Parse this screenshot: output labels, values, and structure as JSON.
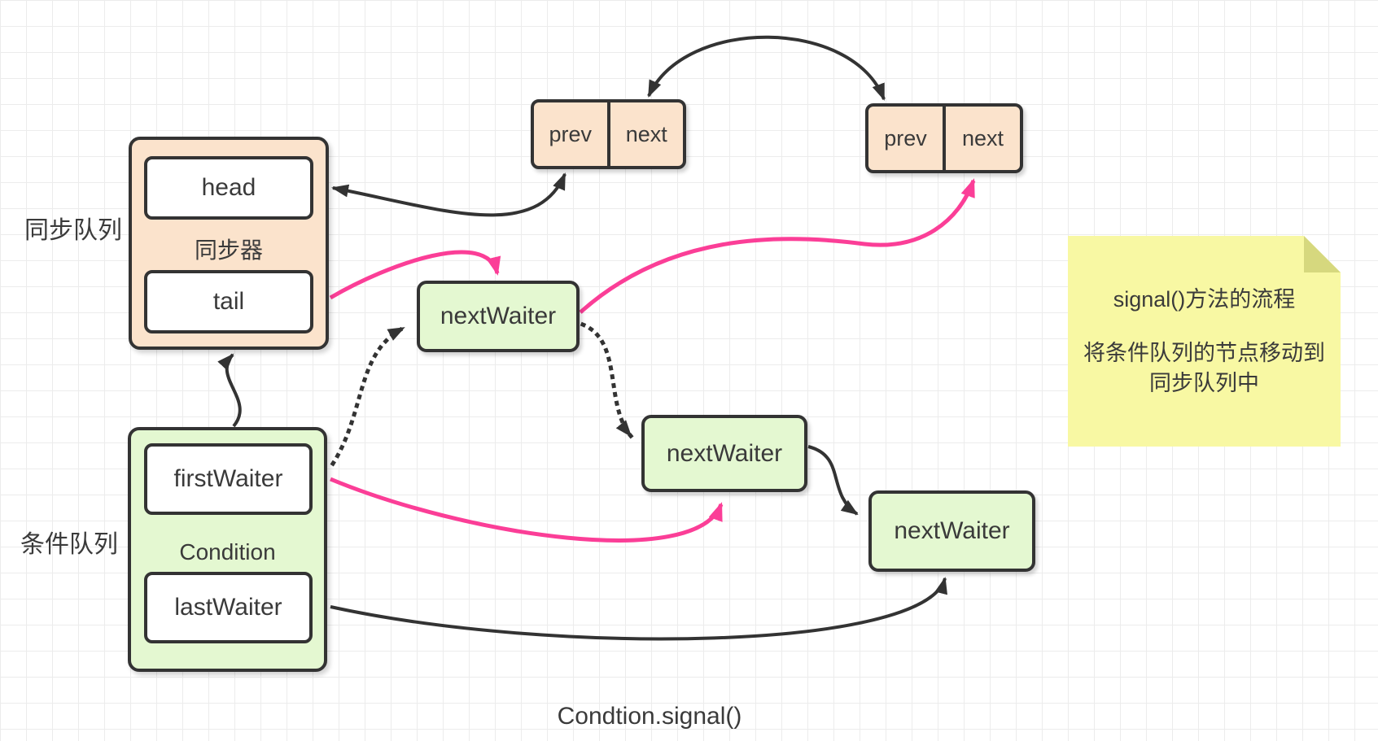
{
  "labels": {
    "sync_queue": "同步队列",
    "cond_queue": "条件队列",
    "caption": "Condtion.signal()"
  },
  "sync": {
    "title": "同步器",
    "head": "head",
    "tail": "tail"
  },
  "cond": {
    "title": "Condition",
    "first": "firstWaiter",
    "last": "lastWaiter"
  },
  "nodes": {
    "box1": {
      "prev": "prev",
      "next": "next"
    },
    "box2": {
      "prev": "prev",
      "next": "next"
    }
  },
  "waiters": [
    {
      "label": "nextWaiter"
    },
    {
      "label": "nextWaiter"
    },
    {
      "label": "nextWaiter"
    }
  ],
  "note": {
    "line1": "signal()方法的流程",
    "line2": "将条件队列的节点移动到",
    "line3": "同步队列中"
  },
  "colors": {
    "stroke": "#333333",
    "pink": "#fb3e97",
    "orange_fill": "#fbe3cc",
    "green_fill": "#e4f8d1",
    "note_fill": "#f8f8a3",
    "note_fold": "#d6d87e",
    "grid": "#ececec"
  }
}
